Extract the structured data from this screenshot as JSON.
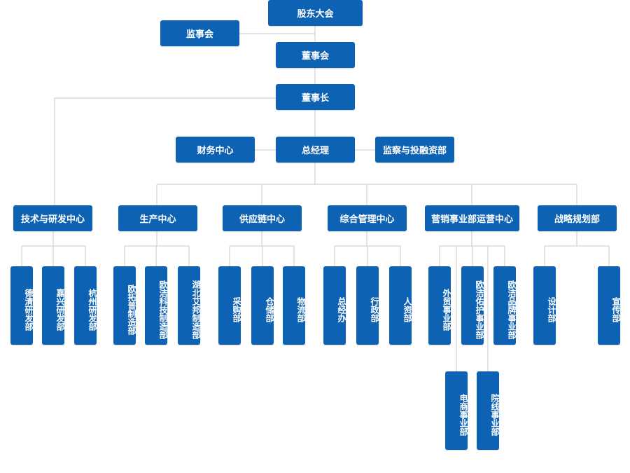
{
  "colors": {
    "node_fill": "#0e62b4",
    "node_text": "#ffffff",
    "connector": "#c8c8c8",
    "background": "#ffffff"
  },
  "org": {
    "shareholders": "股东大会",
    "supervisory_board": "监事会",
    "board": "董事会",
    "chairman": "董事长",
    "general_manager": "总经理",
    "finance_center": "财务中心",
    "audit_investment": "监察与投融资部",
    "centers": [
      {
        "label": "技术与研发中心",
        "departments": [
          "德清研发部",
          "嘉兴研发部",
          "杭州研发部"
        ]
      },
      {
        "label": "生产中心",
        "departments": [
          "欧拓普制造部",
          "欧洁科技制造部",
          "湖北艾邦制造部"
        ]
      },
      {
        "label": "供应链中心",
        "departments": [
          "采购部",
          "仓储部",
          "物流部"
        ]
      },
      {
        "label": "综合管理中心",
        "departments": [
          "总经办",
          "行政部",
          "人资部"
        ]
      },
      {
        "label": "营销事业部运营中心",
        "departments": [
          "外贸事业部",
          "欧洁佑护事业部",
          "欧洁品牌事业部",
          "电商事业部",
          "院线事业部"
        ]
      },
      {
        "label": "战略规划部",
        "departments": [
          "设计部",
          "宣传部"
        ]
      }
    ]
  }
}
